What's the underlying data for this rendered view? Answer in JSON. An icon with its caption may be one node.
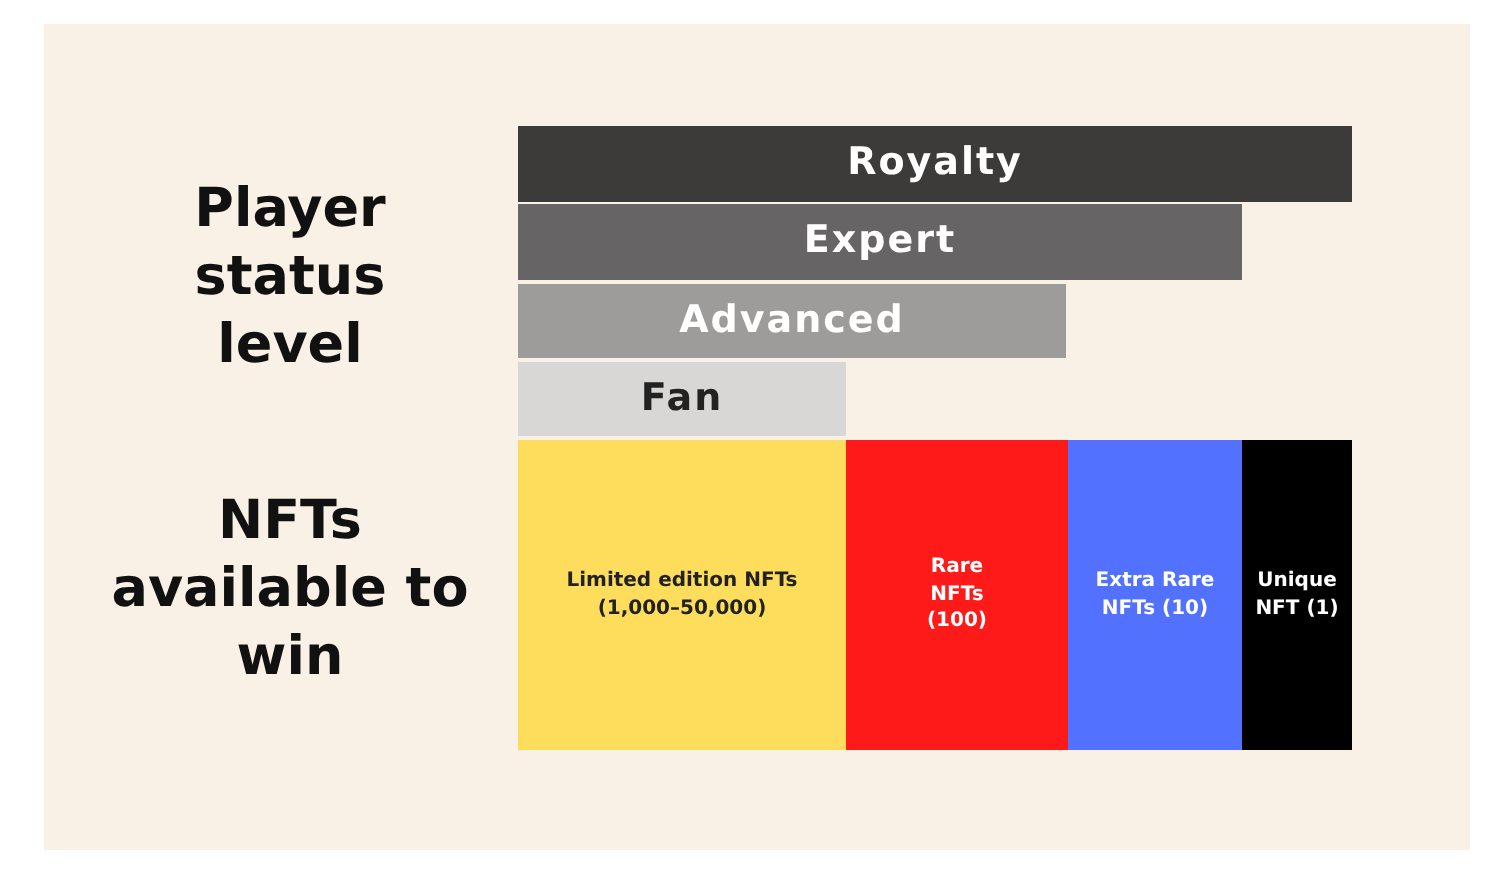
{
  "diagram": {
    "nodes": [
      {
        "text": [
          "Royalty"
        ]
      },
      {
        "text": [
          "Expert"
        ]
      },
      {
        "text": [
          "Advanced"
        ]
      },
      {
        "text": [
          "Fan"
        ]
      },
      {
        "text": [
          "Limited edition NFTs (1,000–50,000)"
        ]
      },
      {
        "text": [
          "Rare NFTs (100)"
        ]
      },
      {
        "text": [
          "Extra Rare NFTs (10)"
        ]
      },
      {
        "text": [
          "Unique NFT (1)"
        ]
      }
    ],
    "labels": [
      "Player status level",
      "NFTs available to win"
    ]
  }
}
